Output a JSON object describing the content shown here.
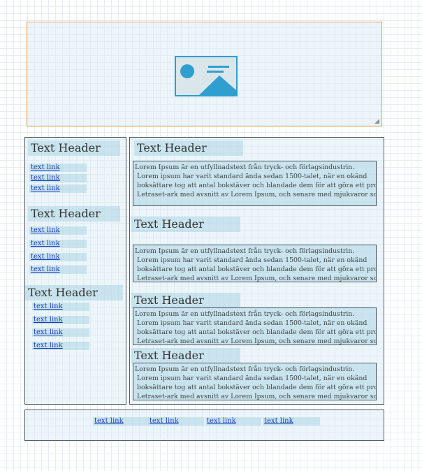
{
  "hero": {
    "image_icon": "image-placeholder-icon",
    "resize_icon": "resize-handle-icon",
    "accent_border": "#e0a24f",
    "icon_color": "#2f9fd0"
  },
  "sidebar": {
    "groups": [
      {
        "header": "Text Header",
        "links": [
          "text link",
          "text link",
          "text link"
        ]
      },
      {
        "header": "Text Header",
        "links": [
          "text link",
          "text link",
          "text link",
          "text link"
        ]
      },
      {
        "header": "Text Header",
        "links": [
          "text link",
          "text link",
          "text link",
          "text link"
        ]
      }
    ]
  },
  "main": {
    "sections": [
      {
        "header": "Text Header",
        "lines": [
          "Lorem Ipsum är en utfyllnadstext från tryck- och förlagsindustrin.",
          "Lorem ipsum har varit standard ända sedan 1500-talet, när en okänd",
          "boksättare tog att antal bokstäver och blandade dem för att göra ett provexemplar av en bok. Lorem ipsum har inte bara överlevt fem århundraden,",
          "Letraset-ark med avsnitt av Lorem Ipsum, och senare med mjukvaror som Aldus PageMaker."
        ]
      },
      {
        "header": "Text Header",
        "lines": [
          "Lorem Ipsum är en utfyllnadstext från tryck- och förlagsindustrin.",
          "Lorem ipsum har varit standard ända sedan 1500-talet, när en okänd",
          "boksättare tog att antal bokstäver och blandade dem för att göra ett provexemplar av en bok. Lorem ipsum har inte bara överlevt fem århundraden,",
          "Letraset-ark med avsnitt av Lorem Ipsum, och senare med mjukvaror som Aldus PageMaker."
        ]
      },
      {
        "header": "Text Header",
        "lines": [
          "Lorem Ipsum är en utfyllnadstext från tryck- och förlagsindustrin.",
          "Lorem ipsum har varit standard ända sedan 1500-talet, när en okänd",
          "boksättare tog att antal bokstäver och blandade dem för att göra ett provexemplar av en bok. Lorem ipsum har inte bara överlevt fem århundraden,",
          "Letraset-ark med avsnitt av Lorem Ipsum, och senare med mjukvaror som Aldus PageMaker."
        ]
      },
      {
        "header": "Text Header",
        "lines": [
          "Lorem Ipsum är en utfyllnadstext från tryck- och förlagsindustrin.",
          "Lorem ipsum har varit standard ända sedan 1500-talet, när en okänd",
          "boksättare tog att antal bokstäver och blandade dem för att göra ett provexemplar av en bok. Lorem ipsum har inte bara överlevt fem århundraden,",
          "Letraset-ark med avsnitt av Lorem Ipsum, och senare med mjukvaror som Aldus PageMaker."
        ]
      }
    ]
  },
  "footer": {
    "links": [
      "text link",
      "text link",
      "text link",
      "text link"
    ]
  }
}
